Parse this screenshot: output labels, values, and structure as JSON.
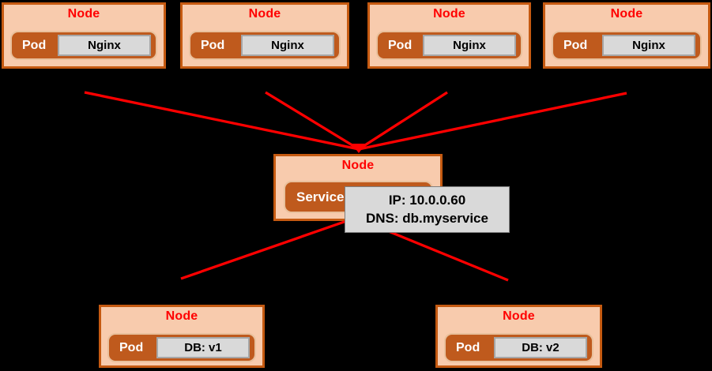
{
  "colors": {
    "background": "#000000",
    "node_fill": "#F8CBAD",
    "node_border": "#C55A11",
    "pod_fill": "#BF5A1D",
    "pod_text": "#FFFFFF",
    "value_fill": "#D9D9D9",
    "value_border": "#A6A6A6",
    "value_text": "#000000",
    "title_color": "#FF0000",
    "line_color": "#FF0000",
    "info_fill": "#D9D9D9",
    "info_border": "#7F7F7F",
    "info_text": "#000000"
  },
  "nodes": [
    {
      "title": "Node",
      "pod_label": "Pod",
      "pod_value": "Nginx"
    },
    {
      "title": "Node",
      "pod_label": "Pod",
      "pod_value": "Nginx"
    },
    {
      "title": "Node",
      "pod_label": "Pod",
      "pod_value": "Nginx"
    },
    {
      "title": "Node",
      "pod_label": "Pod",
      "pod_value": "Nginx"
    },
    {
      "title": "Node",
      "pod_label": "Service"
    },
    {
      "title": "Node",
      "pod_label": "Pod",
      "pod_value": "DB: v1"
    },
    {
      "title": "Node",
      "pod_label": "Pod",
      "pod_value": "DB: v2"
    }
  ],
  "service_info": {
    "line1": "IP: 10.0.0.60",
    "line2": "DNS: db.myservice"
  }
}
